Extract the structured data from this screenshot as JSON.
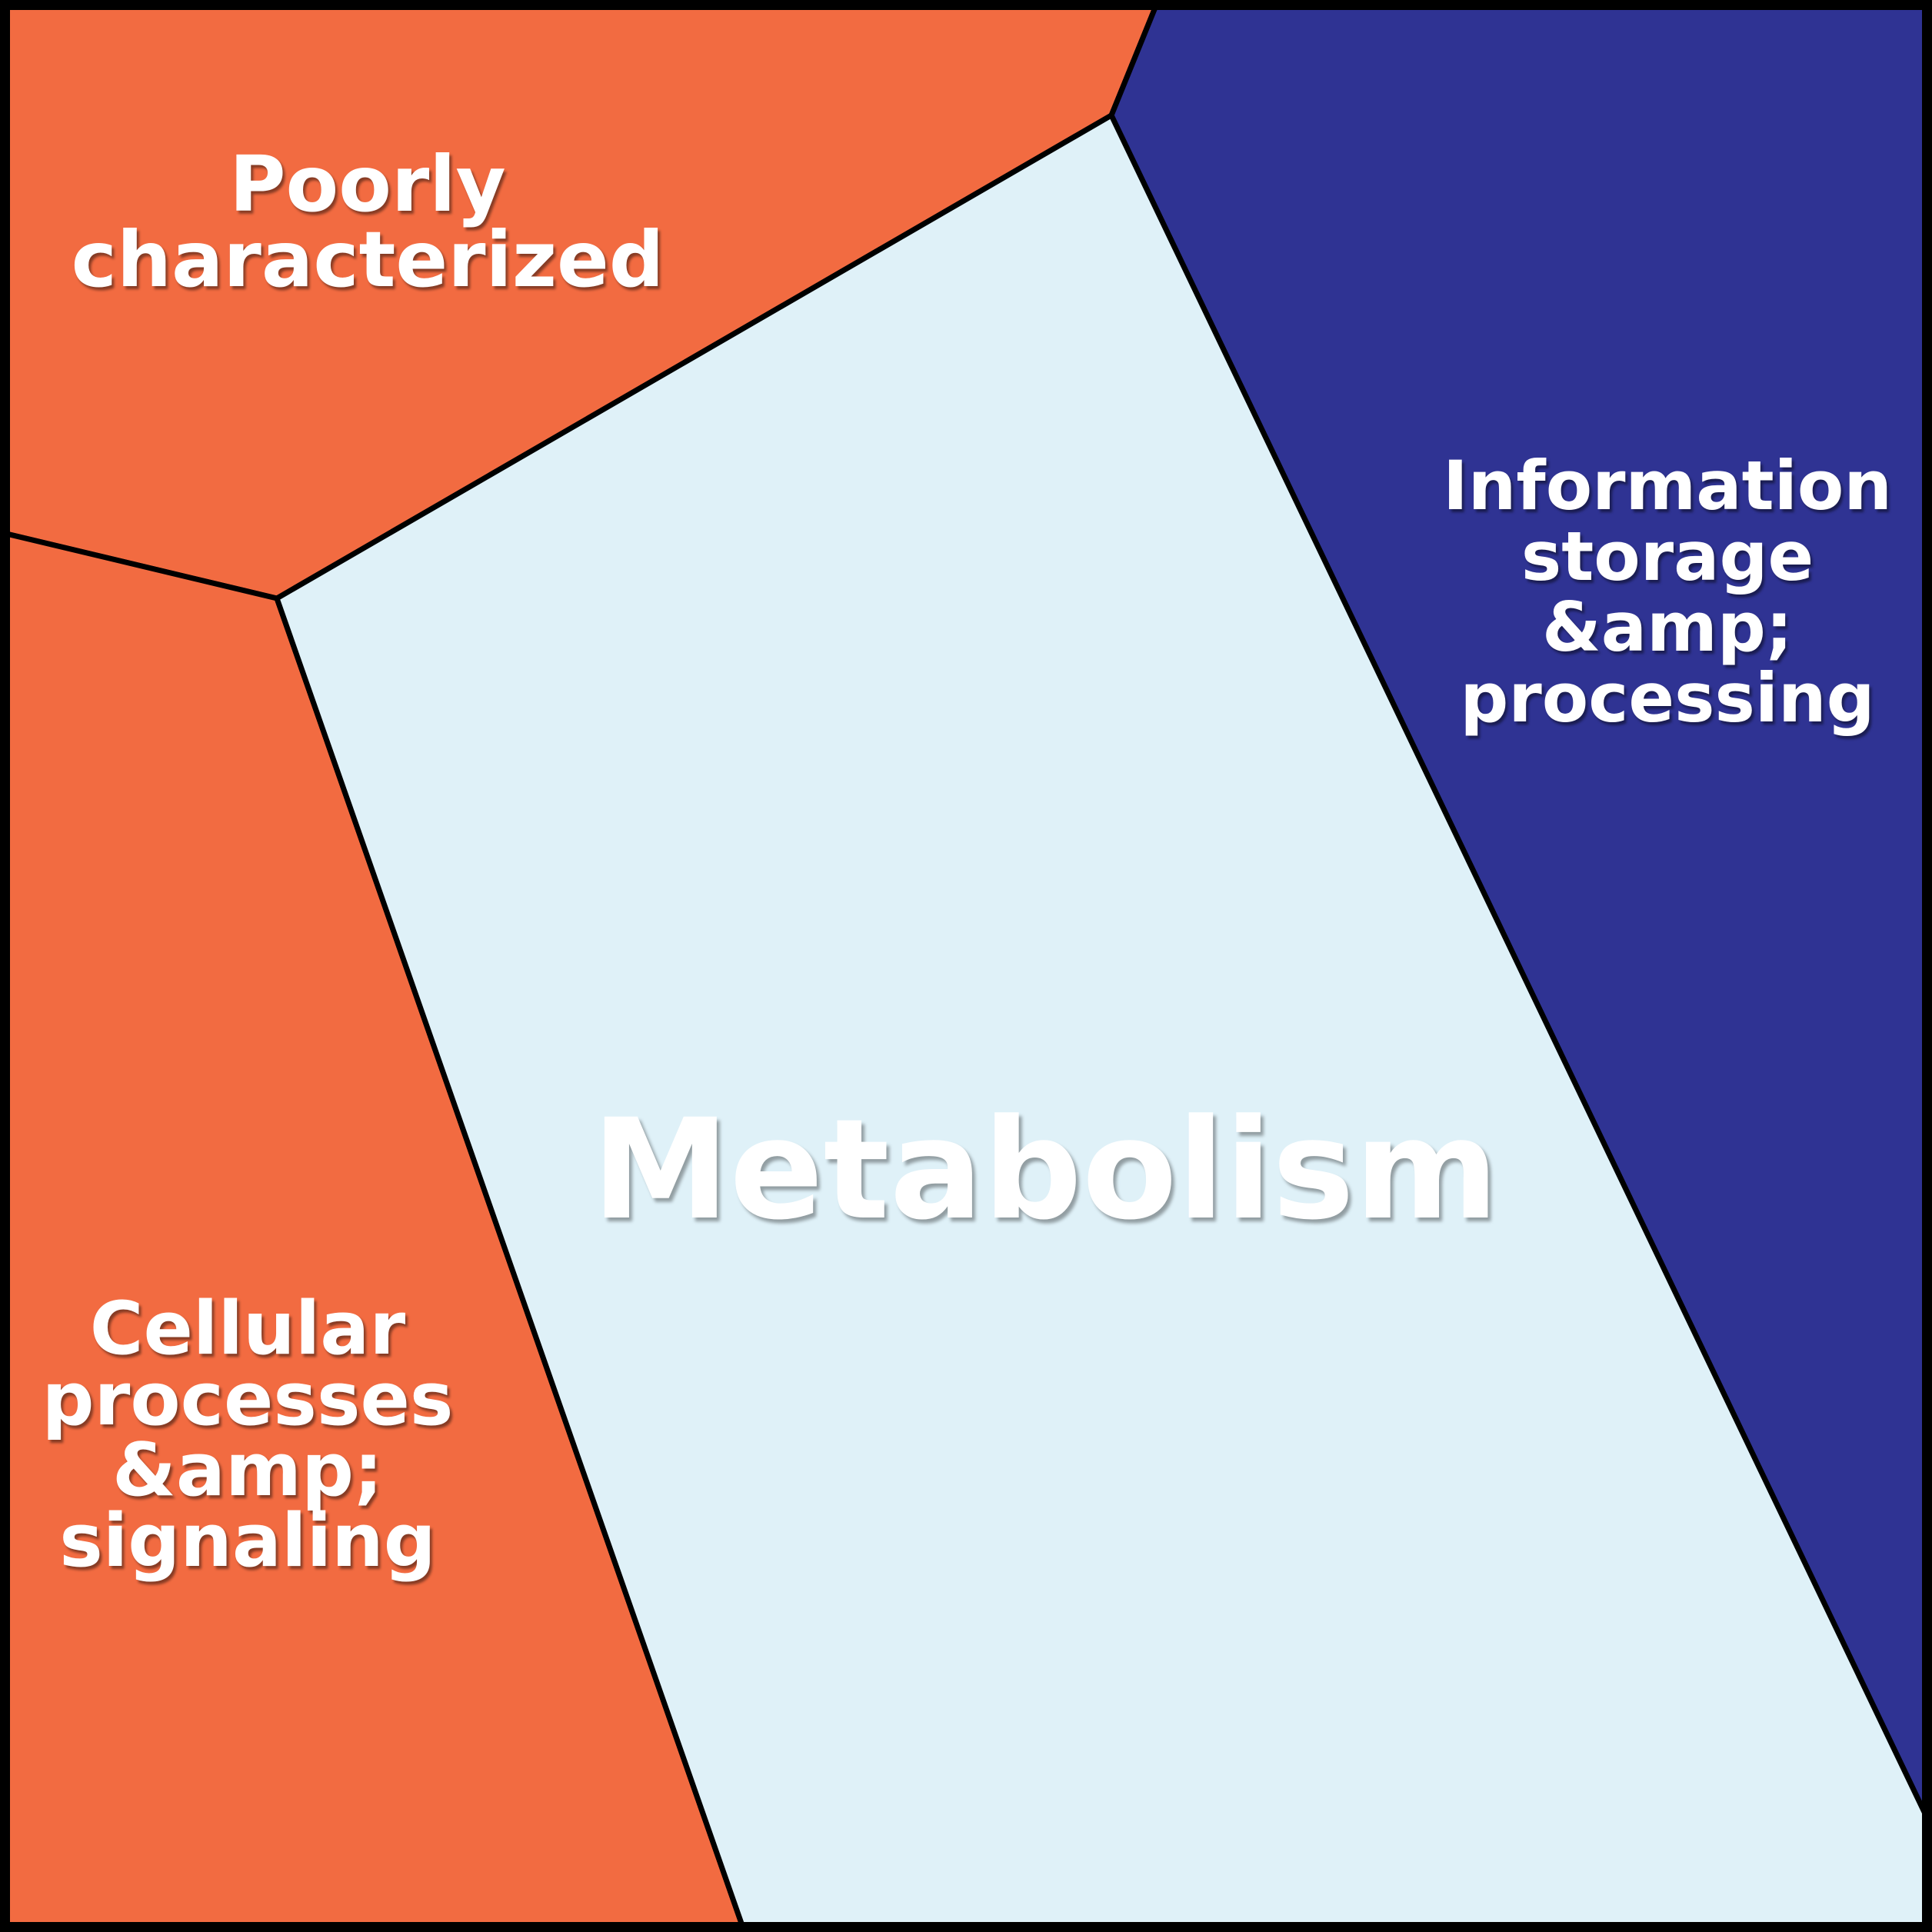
{
  "colors": {
    "orange_region": "#F26B41",
    "dark_blue_region": "#2F3393",
    "light_blue_region": "#DFF1F8",
    "line_color": "#000000",
    "text_color": "#FFFFFF"
  },
  "frame_color": "#000000",
  "regions": {
    "poorly": {
      "line1": "Poorly",
      "line2": "characterized",
      "color": "#F26B41"
    },
    "cellular": {
      "line1": "Cellular",
      "line2": "processes",
      "line3": "&amp;",
      "line4": "signaling",
      "color": "#F26B41"
    },
    "metabolism": {
      "label": "Metabolism",
      "color": "#DFF1F8"
    },
    "info": {
      "line1": "Information",
      "line2": "storage",
      "line3": "&amp;",
      "line4": "processing",
      "color": "#2F3393"
    }
  },
  "chart_data": {
    "type": "area",
    "subtype": "voronoi-treemap",
    "categories": [
      "Metabolism",
      "Information storage &amp; processing",
      "Cellular processes &amp; signaling",
      "Poorly characterized"
    ],
    "estimated_area_percent": [
      48,
      21,
      19,
      12
    ],
    "title": "",
    "legend": "none",
    "notes_visible_text_only": true
  }
}
